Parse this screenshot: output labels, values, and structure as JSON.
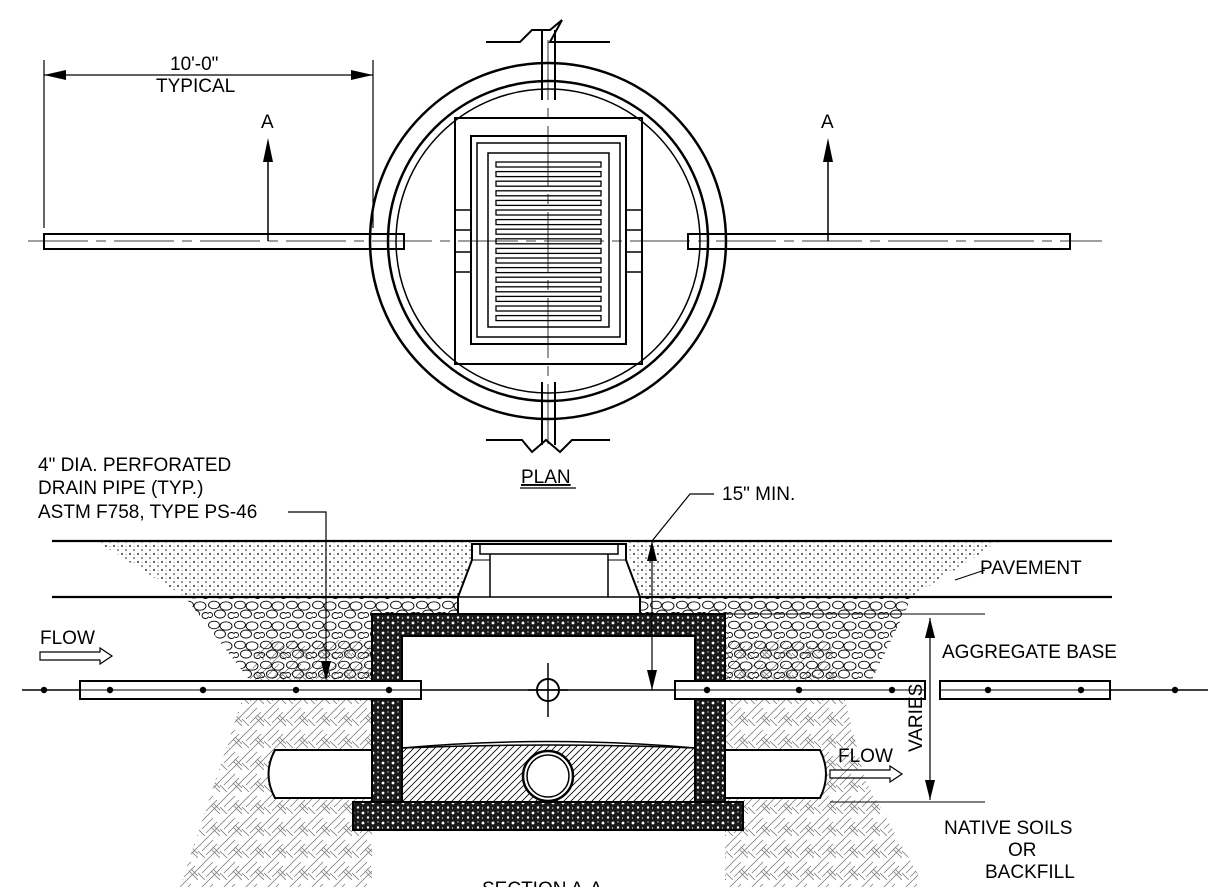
{
  "plan": {
    "dimension_line1": "10'-0\"",
    "dimension_line2": "TYPICAL",
    "section_marker_left": "A",
    "section_marker_right": "A",
    "view_title": "PLAN"
  },
  "section": {
    "pipe_note_line1": "4\" DIA. PERFORATED",
    "pipe_note_line2": "DRAIN PIPE (TYP.)",
    "pipe_note_line3": "ASTM F758, TYPE PS-46",
    "min_cover": "15\" MIN.",
    "pavement": "PAVEMENT",
    "aggregate_base": "AGGREGATE BASE",
    "varies": "VARIES",
    "flow_left": "FLOW",
    "flow_right": "FLOW",
    "native_line1": "NATIVE SOILS",
    "native_line2": "OR",
    "native_line3": "BACKFILL",
    "view_title": "SECTION A-A"
  }
}
